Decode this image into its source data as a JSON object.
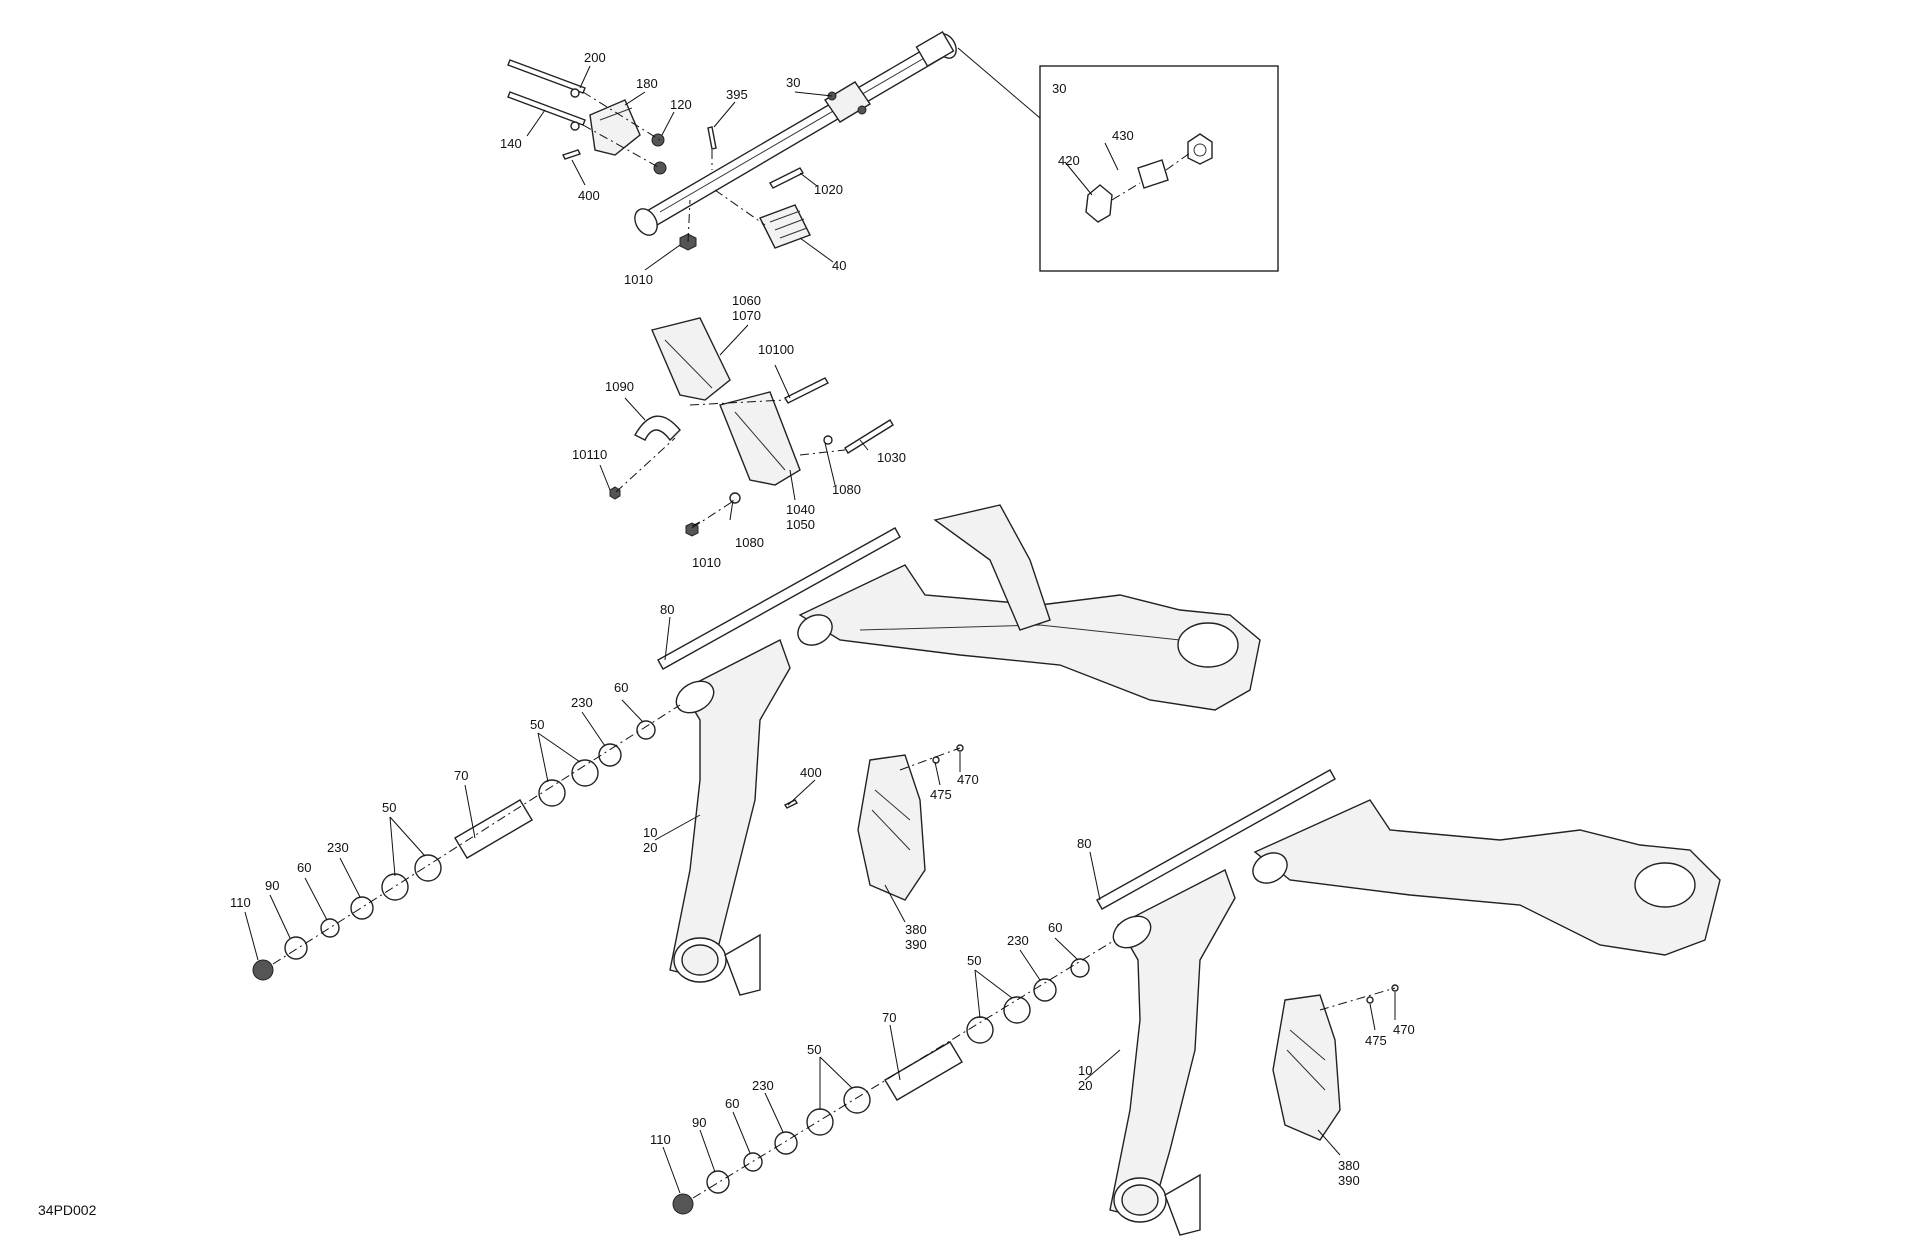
{
  "drawing_code": "34PD002",
  "detail_box": {
    "label": "30",
    "parts": [
      "420",
      "430"
    ]
  },
  "callouts": [
    {
      "id": "c200",
      "text": [
        "200"
      ]
    },
    {
      "id": "c180",
      "text": [
        "180"
      ]
    },
    {
      "id": "c120",
      "text": [
        "120"
      ]
    },
    {
      "id": "c140",
      "text": [
        "140"
      ]
    },
    {
      "id": "c400a",
      "text": [
        "400"
      ]
    },
    {
      "id": "c395",
      "text": [
        "395"
      ]
    },
    {
      "id": "c30",
      "text": [
        "30"
      ]
    },
    {
      "id": "c1020",
      "text": [
        "1020"
      ]
    },
    {
      "id": "c1010a",
      "text": [
        "1010"
      ]
    },
    {
      "id": "c40",
      "text": [
        "40"
      ]
    },
    {
      "id": "c30box",
      "text": [
        "30"
      ]
    },
    {
      "id": "c430",
      "text": [
        "430"
      ]
    },
    {
      "id": "c420",
      "text": [
        "420"
      ]
    },
    {
      "id": "c1060",
      "text": [
        "1060",
        "1070"
      ]
    },
    {
      "id": "c10100",
      "text": [
        "10100"
      ]
    },
    {
      "id": "c1090",
      "text": [
        "1090"
      ]
    },
    {
      "id": "c1030",
      "text": [
        "1030"
      ]
    },
    {
      "id": "c10110",
      "text": [
        "10110"
      ]
    },
    {
      "id": "c1080a",
      "text": [
        "1080"
      ]
    },
    {
      "id": "c1040",
      "text": [
        "1040",
        "1050"
      ]
    },
    {
      "id": "c1080b",
      "text": [
        "1080"
      ]
    },
    {
      "id": "c1010b",
      "text": [
        "1010"
      ]
    },
    {
      "id": "c80a",
      "text": [
        "80"
      ]
    },
    {
      "id": "c60a",
      "text": [
        "60"
      ]
    },
    {
      "id": "c230a",
      "text": [
        "230"
      ]
    },
    {
      "id": "c50a",
      "text": [
        "50"
      ]
    },
    {
      "id": "c70a",
      "text": [
        "70"
      ]
    },
    {
      "id": "c400b",
      "text": [
        "400"
      ]
    },
    {
      "id": "c10a",
      "text": [
        "10",
        "20"
      ]
    },
    {
      "id": "c50b",
      "text": [
        "50"
      ]
    },
    {
      "id": "c230b",
      "text": [
        "230"
      ]
    },
    {
      "id": "c60b",
      "text": [
        "60"
      ]
    },
    {
      "id": "c90a",
      "text": [
        "90"
      ]
    },
    {
      "id": "c110a",
      "text": [
        "110"
      ]
    },
    {
      "id": "c475a",
      "text": [
        "475"
      ]
    },
    {
      "id": "c470a",
      "text": [
        "470"
      ]
    },
    {
      "id": "c380a",
      "text": [
        "380",
        "390"
      ]
    },
    {
      "id": "c80b",
      "text": [
        "80"
      ]
    },
    {
      "id": "c60c",
      "text": [
        "60"
      ]
    },
    {
      "id": "c230c",
      "text": [
        "230"
      ]
    },
    {
      "id": "c50c",
      "text": [
        "50"
      ]
    },
    {
      "id": "c70b",
      "text": [
        "70"
      ]
    },
    {
      "id": "c50d",
      "text": [
        "50"
      ]
    },
    {
      "id": "c230d",
      "text": [
        "230"
      ]
    },
    {
      "id": "c60d",
      "text": [
        "60"
      ]
    },
    {
      "id": "c90b",
      "text": [
        "90"
      ]
    },
    {
      "id": "c110b",
      "text": [
        "110"
      ]
    },
    {
      "id": "c10b",
      "text": [
        "10",
        "20"
      ]
    },
    {
      "id": "c475b",
      "text": [
        "475"
      ]
    },
    {
      "id": "c470b",
      "text": [
        "470"
      ]
    },
    {
      "id": "c380b",
      "text": [
        "380",
        "390"
      ]
    }
  ]
}
